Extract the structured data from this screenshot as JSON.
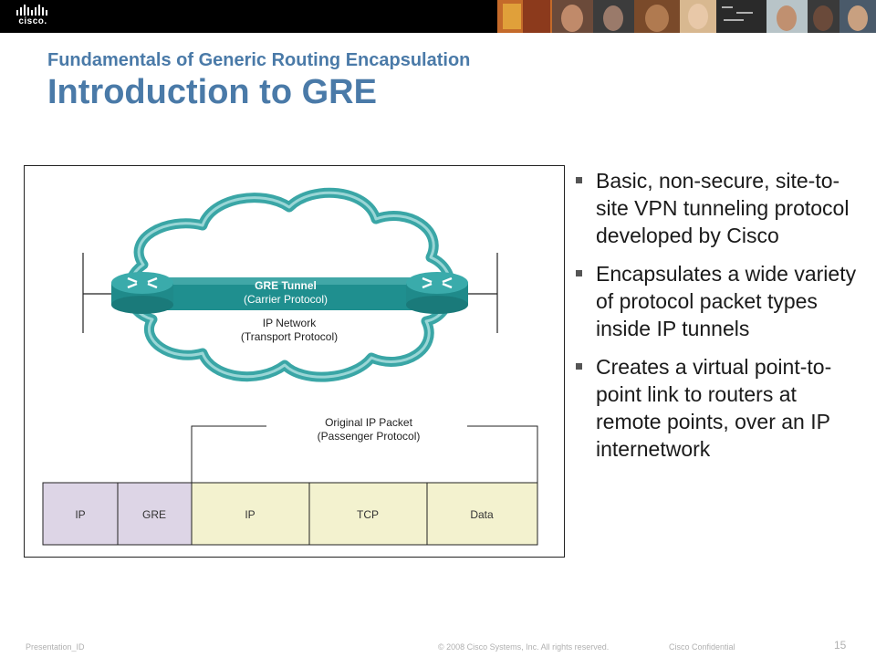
{
  "header": {
    "logo_text": "cisco.",
    "colors": {
      "bar": "#000000",
      "title": "#4a7aa8"
    }
  },
  "slide": {
    "subtitle": "Fundamentals of Generic Routing Encapsulation",
    "title": "Introduction to GRE"
  },
  "diagram": {
    "tunnel_title": "GRE Tunnel",
    "tunnel_subtitle": "(Carrier Protocol)",
    "network_title": "IP Network",
    "network_subtitle": "(Transport Protocol)",
    "packet_title": "Original IP Packet",
    "packet_subtitle": "(Passenger Protocol)",
    "fields": [
      {
        "label": "IP",
        "color": "#ddd5e6"
      },
      {
        "label": "GRE",
        "color": "#ddd5e6"
      },
      {
        "label": "IP",
        "color": "#f3f2cf"
      },
      {
        "label": "TCP",
        "color": "#f3f2cf"
      },
      {
        "label": "Data",
        "color": "#f3f2cf"
      }
    ],
    "colors": {
      "cloud": "#3aa6a6",
      "tunnel": "#1f8f8f",
      "router": "#2a9a9a"
    }
  },
  "bullets": [
    "Basic, non-secure, site-to-site VPN tunneling protocol developed by Cisco",
    "Encapsulates a wide variety of protocol packet types inside IP tunnels",
    "Creates a virtual point-to-point link to routers at remote points, over an IP internetwork"
  ],
  "footer": {
    "presentation_id": "Presentation_ID",
    "copyright": "© 2008 Cisco Systems, Inc. All rights reserved.",
    "confidential": "Cisco Confidential",
    "page_number": "15"
  }
}
